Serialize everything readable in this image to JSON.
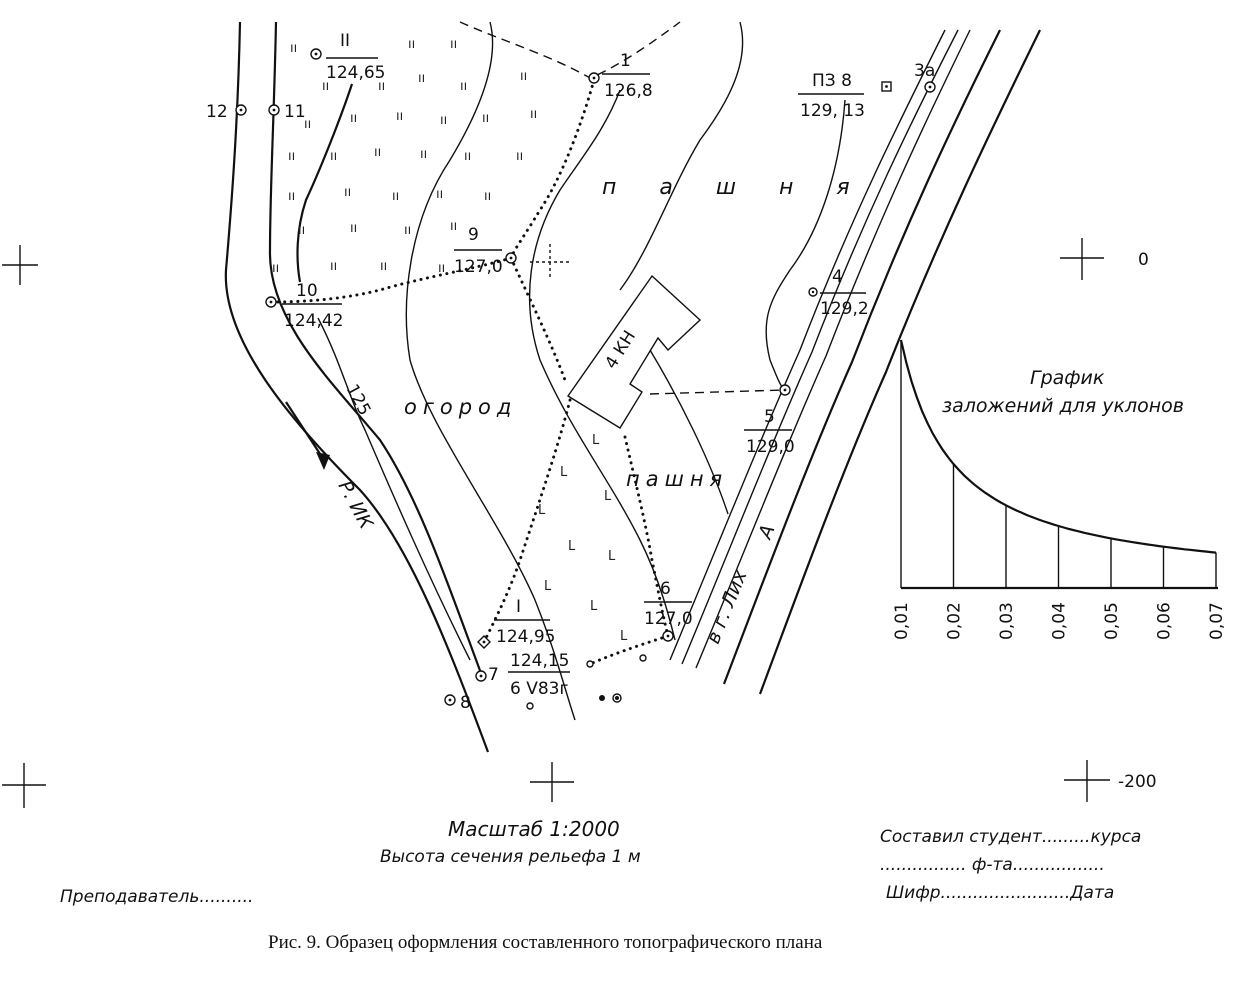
{
  "points": [
    {
      "id": "p1",
      "num": "1",
      "elev": "126,8"
    },
    {
      "id": "pII",
      "num": "II",
      "elev": "124,65"
    },
    {
      "id": "p9",
      "num": "9",
      "elev": "127,0"
    },
    {
      "id": "p10",
      "num": "10",
      "elev": "124,42"
    },
    {
      "id": "p4",
      "num": "4",
      "elev": "129,2"
    },
    {
      "id": "p5",
      "num": "5",
      "elev": "129,0"
    },
    {
      "id": "p6",
      "num": "6",
      "elev": "127,0"
    },
    {
      "id": "pI",
      "num": "I",
      "elev": "124,95"
    },
    {
      "id": "p12",
      "num": "12"
    },
    {
      "id": "p11",
      "num": "11"
    },
    {
      "id": "p7",
      "num": "7"
    },
    {
      "id": "p8",
      "num": "8"
    },
    {
      "id": "p3a",
      "num": "3а"
    }
  ],
  "pz": {
    "num": "ПЗ 8",
    "elev": "129, 13"
  },
  "benchmark": {
    "top": "124,15",
    "bottom": "6 V83г"
  },
  "labels": {
    "field_top": "п а ш н я",
    "field_small": "пашня",
    "garden": "огород",
    "building": "4 КН",
    "river": "Р. ИК",
    "contour": "125",
    "road": "в г. Лих",
    "road_a": "А"
  },
  "grid": {
    "zero": "0",
    "minus200": "-200"
  },
  "graph": {
    "title_line1": "График",
    "title_line2": "заложений для уклонов",
    "ticks": [
      "0,01",
      "0,02",
      "0,03",
      "0,04",
      "0,05",
      "0,06",
      "0,07"
    ]
  },
  "scale": {
    "line1": "Масштаб  1:2000",
    "line2": "Высота сечения рельефа  1 м"
  },
  "stamp": {
    "line1": "Составил студент.........курса",
    "line2": "................ ф-та.................",
    "line3": "Шифр........................Дата",
    "teacher": "Преподаватель.........."
  },
  "caption": "Рис. 9. Образец оформления составленного топографического плана"
}
